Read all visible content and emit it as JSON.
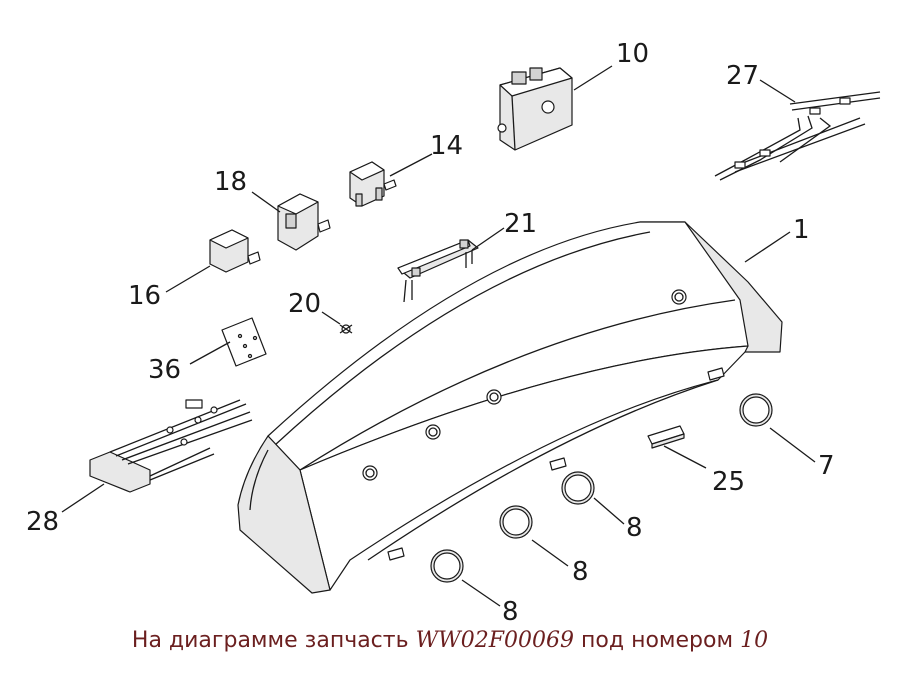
{
  "diagram": {
    "callouts": [
      "1",
      "7",
      "8",
      "8",
      "8",
      "10",
      "14",
      "16",
      "18",
      "20",
      "21",
      "25",
      "27",
      "28",
      "36"
    ]
  },
  "caption": {
    "prefix": "На диаграмме запчасть",
    "part_number": "WW02F00069",
    "middle": "под номером",
    "callout_number": "10"
  }
}
